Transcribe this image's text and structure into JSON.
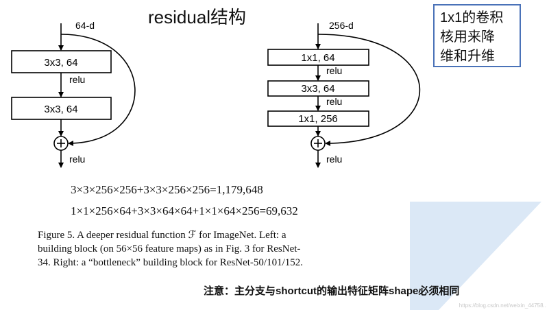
{
  "title": "residual结构",
  "note_box": {
    "lines": [
      "1x1的卷积",
      "核用来降",
      "维和升维"
    ]
  },
  "left_block": {
    "input_label": "64-d",
    "layers": [
      "3x3, 64",
      "3x3, 64"
    ],
    "relu_mid": "relu",
    "relu_out": "relu",
    "add_symbol": "+"
  },
  "right_block": {
    "input_label": "256-d",
    "layers": [
      "1x1, 64",
      "3x3, 64",
      "1x1, 256"
    ],
    "relu_1": "relu",
    "relu_2": "relu",
    "relu_out": "relu",
    "add_symbol": "+"
  },
  "formulas": [
    "3×3×256×256+3×3×256×256=1,179,648",
    "1×1×256×64+3×3×64×64+1×1×64×256=69,632"
  ],
  "caption": {
    "lines": [
      "Figure 5. A deeper residual function ℱ for ImageNet. Left: a",
      "building block (on 56×56 feature maps) as in Fig. 3 for ResNet-",
      "34. Right: a “bottleneck” building block for ResNet-50/101/152."
    ]
  },
  "notice": "注意：主分支与shortcut的输出特征矩阵shape必须相同",
  "watermark": "https://blog.csdn.net/weixin_44758..",
  "colors": {
    "note_border": "#4a72b8",
    "triangle": "#dbe8f6",
    "line": "#000000"
  }
}
